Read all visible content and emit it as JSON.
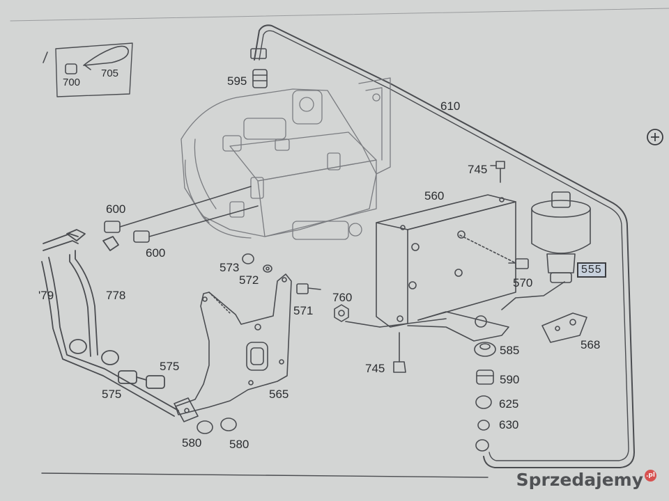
{
  "labels": {
    "l700": "700",
    "l705": "705",
    "l595": "595",
    "l610": "610",
    "l745a": "745",
    "l560": "560",
    "l555": "555",
    "l600a": "600",
    "l600b": "600",
    "l573": "573",
    "l572": "572",
    "l571": "571",
    "l760": "760",
    "l570": "570",
    "l779": "'79",
    "l778": "778",
    "l575a": "575",
    "l575b": "575",
    "l565": "565",
    "l745b": "745",
    "l585": "585",
    "l590": "590",
    "l625": "625",
    "l630": "630",
    "l568": "568",
    "l580a": "580",
    "l580b": "580"
  },
  "watermark": {
    "text": "Sprzedajemy",
    "badge": ".pl"
  },
  "icons": {
    "zoom": "zoom-in-icon"
  }
}
